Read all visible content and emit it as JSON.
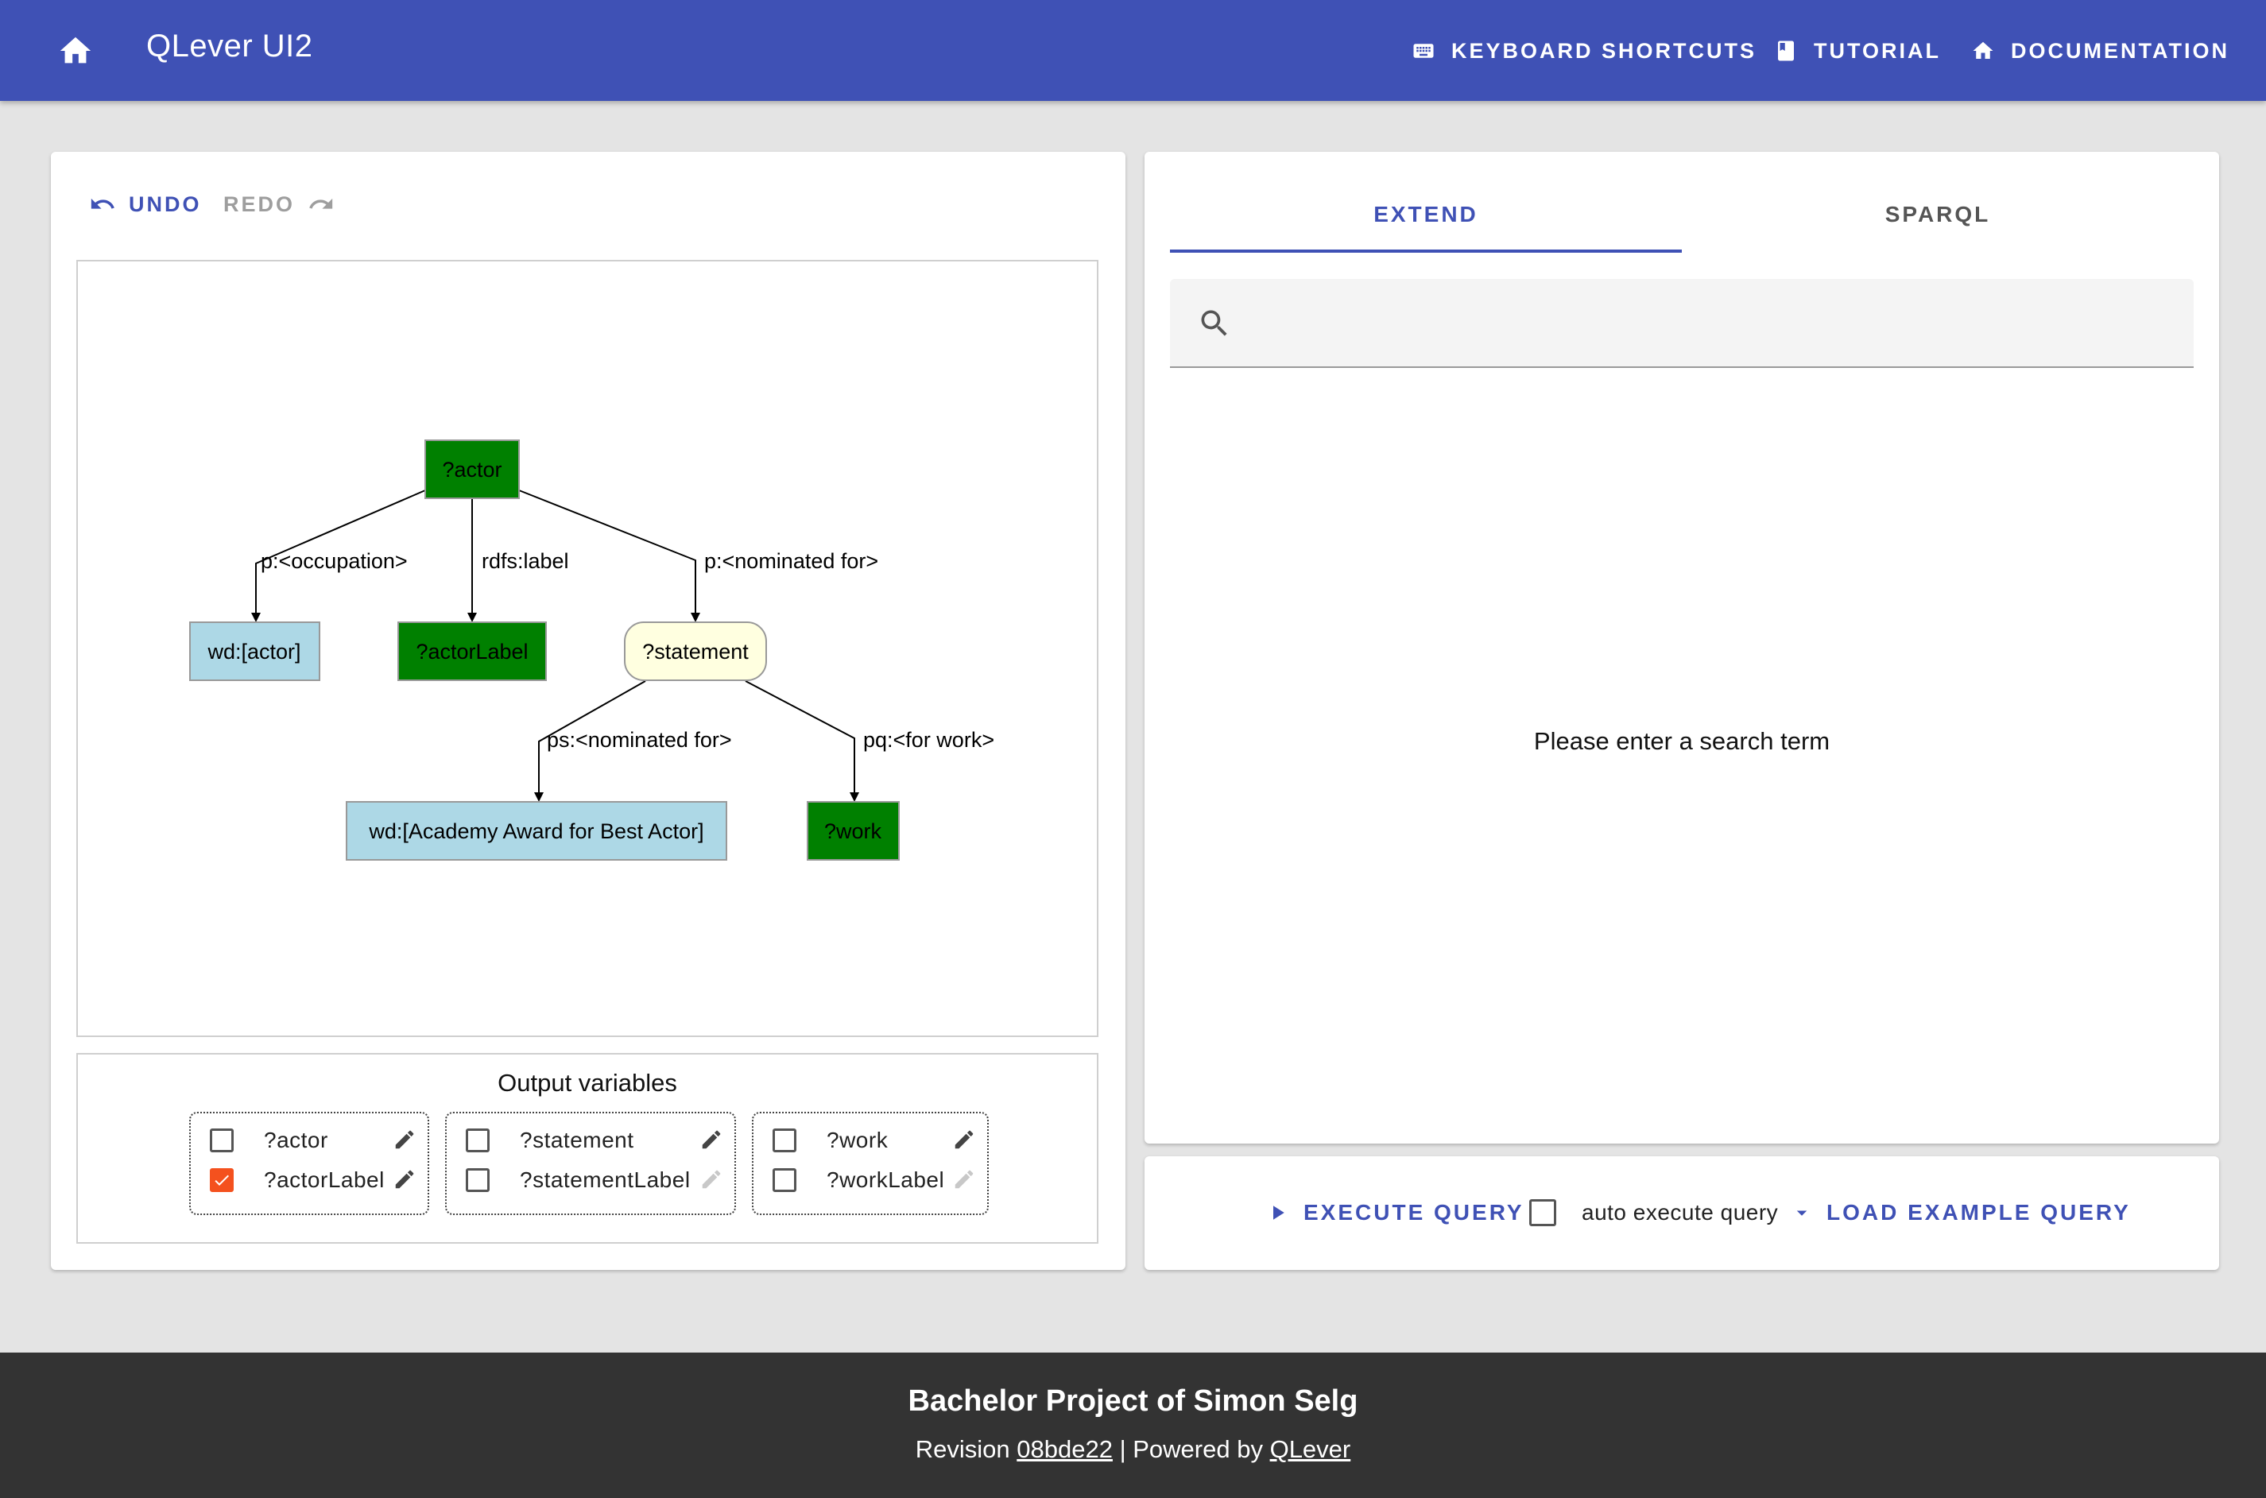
{
  "appbar": {
    "title": "QLever UI2",
    "nav": [
      {
        "label": "KEYBOARD SHORTCUTS",
        "icon": "keyboard-icon"
      },
      {
        "label": "TUTORIAL",
        "icon": "book-icon"
      },
      {
        "label": "DOCUMENTATION",
        "icon": "home-icon"
      }
    ]
  },
  "toolbar": {
    "undo_label": "UNDO",
    "redo_label": "REDO"
  },
  "graph": {
    "nodes": {
      "actor": "?actor",
      "wd_actor": "wd:[actor]",
      "actorLabel": "?actorLabel",
      "statement": "?statement",
      "award": "wd:[Academy Award for Best Actor]",
      "work": "?work"
    },
    "edges": {
      "occupation": "p:<occupation>",
      "label": "rdfs:label",
      "nominated": "p:<nominated for>",
      "ps_nominated": "ps:<nominated for>",
      "for_work": "pq:<for work>"
    }
  },
  "output_variables": {
    "title": "Output variables",
    "groups": [
      {
        "vars": [
          {
            "name": "?actor",
            "checked": false
          },
          {
            "name": "?actorLabel",
            "checked": true
          }
        ]
      },
      {
        "vars": [
          {
            "name": "?statement",
            "checked": false
          },
          {
            "name": "?statementLabel",
            "checked": false
          }
        ]
      },
      {
        "vars": [
          {
            "name": "?work",
            "checked": false
          },
          {
            "name": "?workLabel",
            "checked": false
          }
        ]
      }
    ]
  },
  "tabs": [
    {
      "label": "EXTEND",
      "active": true
    },
    {
      "label": "SPARQL",
      "active": false
    }
  ],
  "search": {
    "placeholder": "",
    "value": ""
  },
  "results": {
    "empty_message": "Please enter a search term"
  },
  "actions": {
    "execute_label": "EXECUTE QUERY",
    "auto_execute_label": "auto execute query",
    "load_example_label": "LOAD EXAMPLE QUERY"
  },
  "footer": {
    "line1": "Bachelor Project of Simon Selg",
    "revision_prefix": "Revision",
    "revision": "08bde22",
    "separator": "| Powered by",
    "powered_by": "QLever"
  },
  "colors": {
    "primary": "#3f51b5",
    "variable_node": "#008000",
    "entity_node": "#add8e6",
    "statement_node": "#ffffe0",
    "checked": "#f4511e",
    "footer_bg": "#333333"
  }
}
